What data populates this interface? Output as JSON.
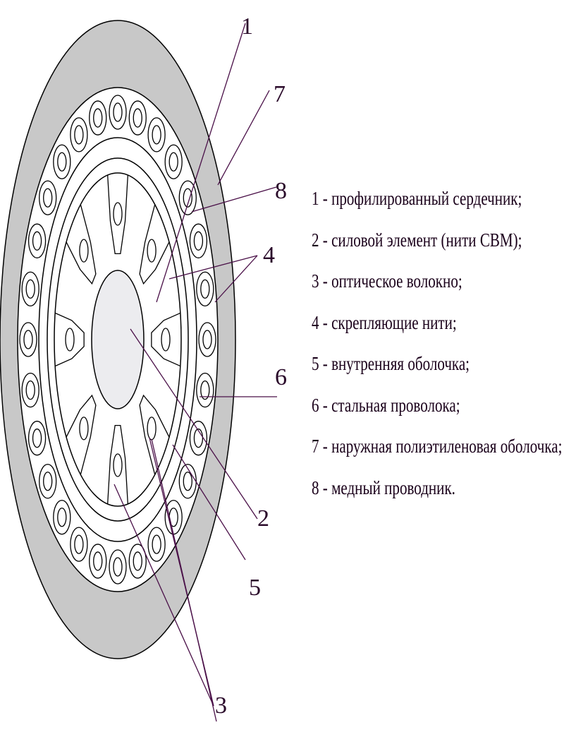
{
  "diagram": {
    "callouts": [
      "1",
      "7",
      "8",
      "4",
      "6",
      "2",
      "5",
      "3"
    ],
    "legend": [
      "1 - профилированный сердечник;",
      "2 - силовой элемент (нити СВМ);",
      "3 - оптическое волокно;",
      "4 - скрепляющие нити;",
      "5 - внутренняя оболочка;",
      "6 - стальная проволока;",
      "7 - наружная полиэтиленовая оболочка;",
      "8 - медный проводник."
    ],
    "colors": {
      "outer_sheath": "#c8c8c8",
      "strength_member": "#ececef",
      "lines": "#000000",
      "leader_lines": "#4a1048",
      "text": "#2a0a2a"
    }
  }
}
